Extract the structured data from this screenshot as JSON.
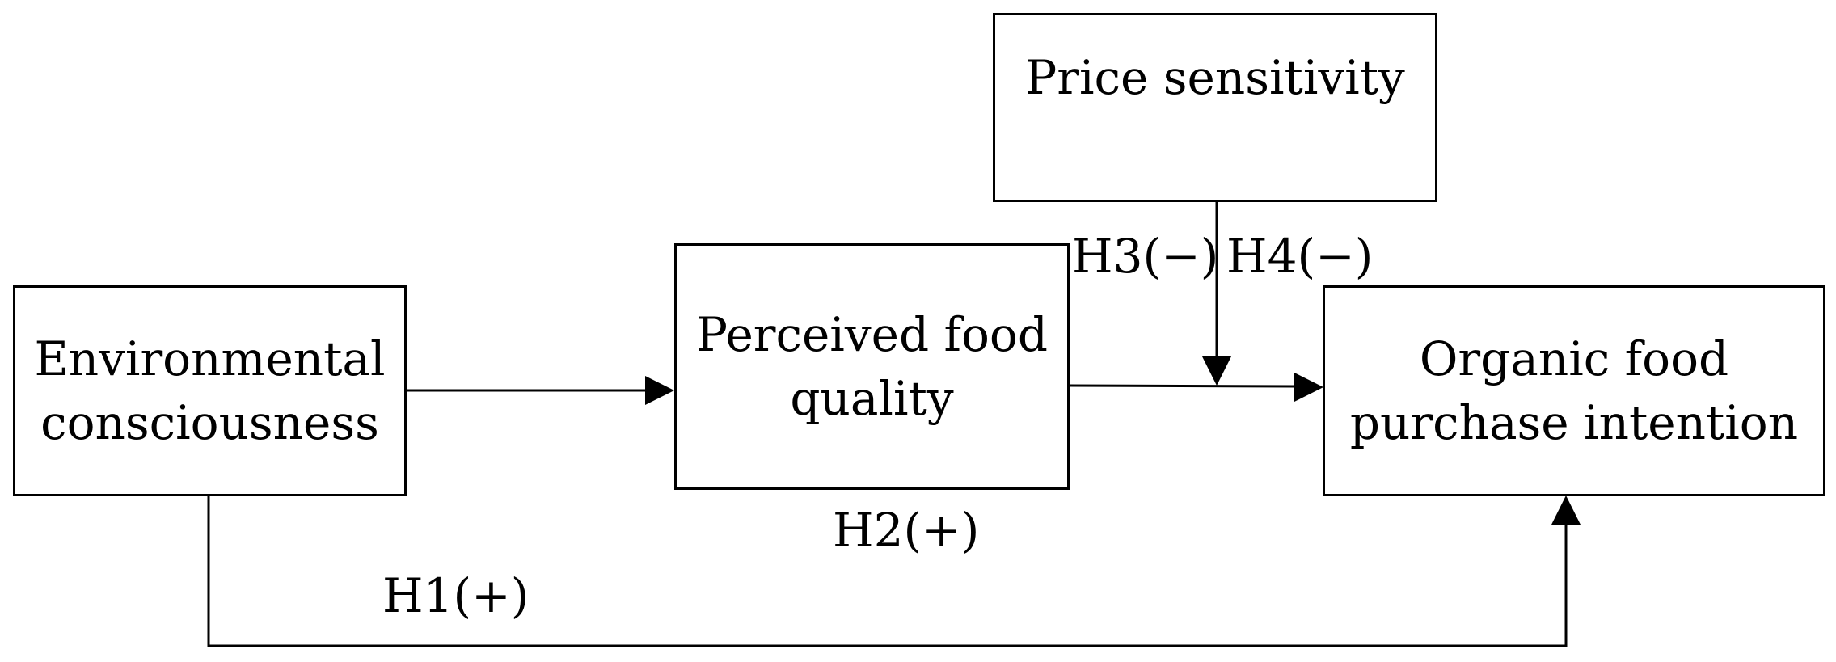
{
  "nodes": {
    "environmental": {
      "lines": [
        "Environmental",
        "consciousness"
      ]
    },
    "perceived": {
      "lines": [
        "Perceived food",
        "quality"
      ]
    },
    "price": {
      "lines": [
        "Price sensitivity"
      ]
    },
    "organic": {
      "lines": [
        "Organic food",
        "purchase intention"
      ]
    }
  },
  "hypotheses": {
    "h1": "H1(+)",
    "h2": "H2(+)",
    "h3": "H3(−)",
    "h4": "H4(−)"
  }
}
